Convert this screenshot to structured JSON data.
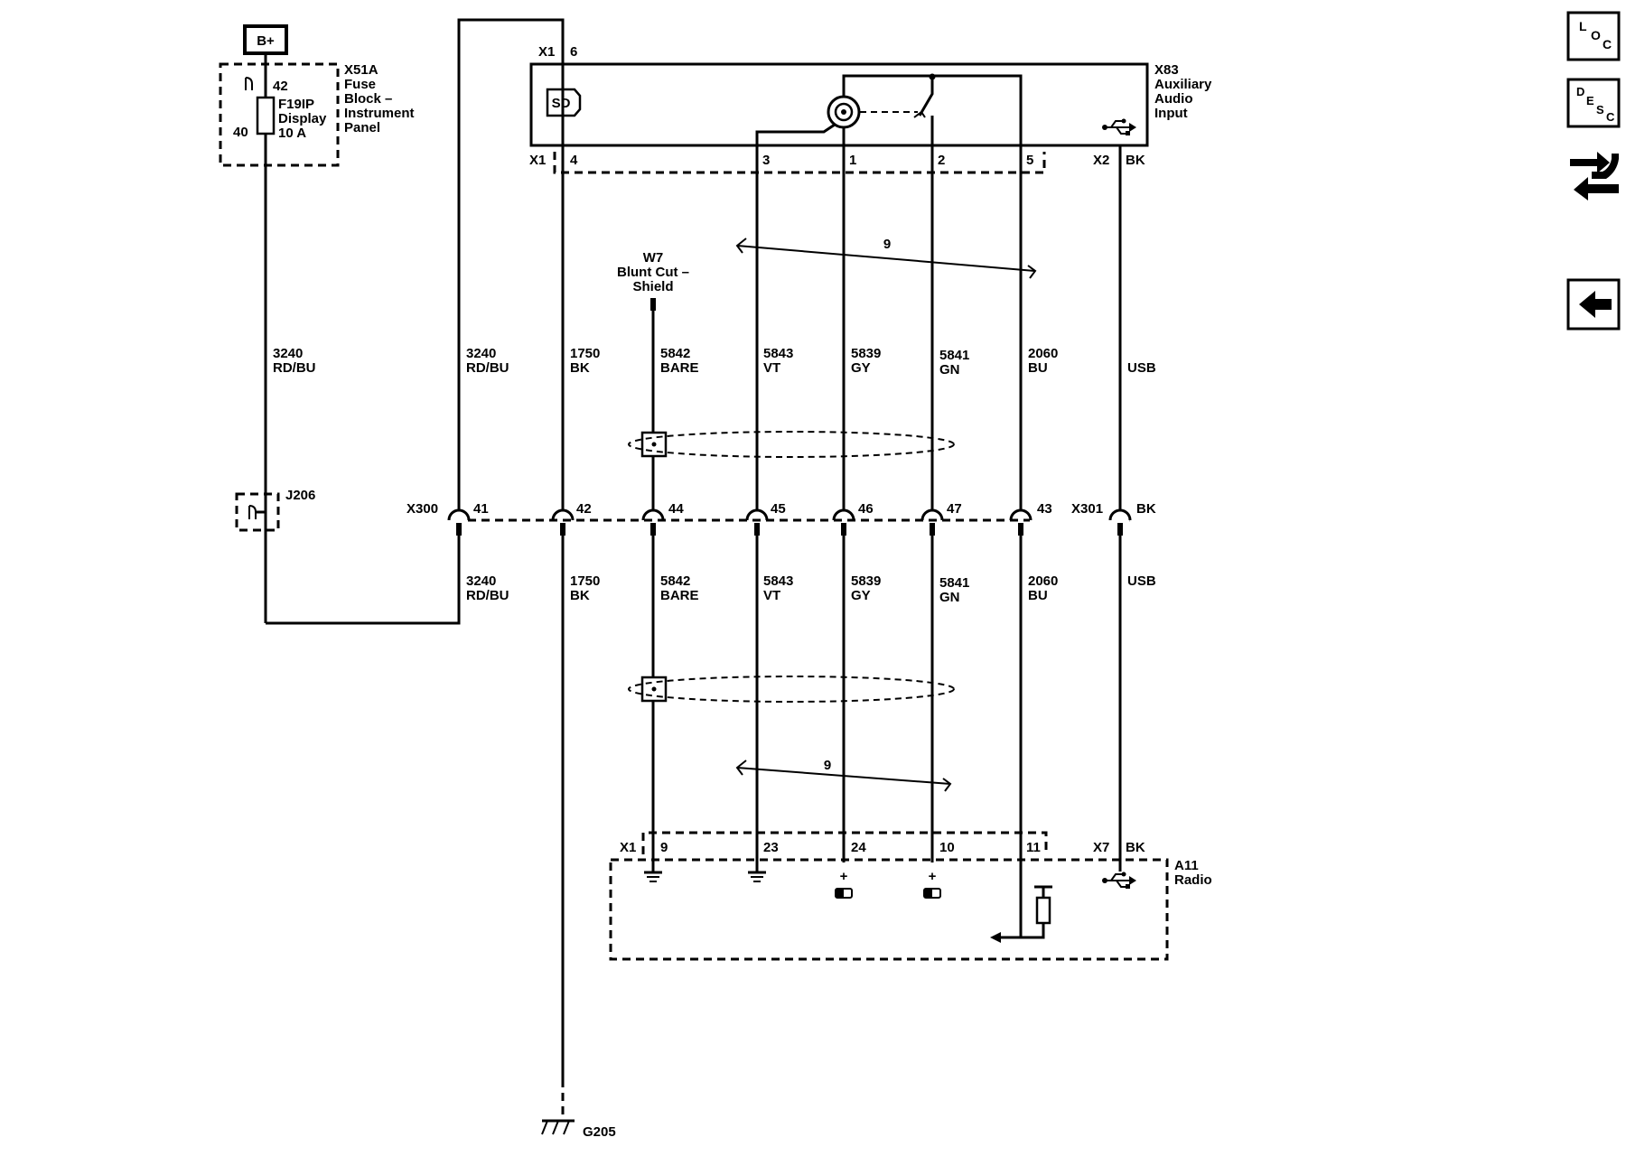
{
  "power_source": {
    "label": "B+"
  },
  "fuse_block": {
    "id": "X51A",
    "name_lines": [
      "Fuse",
      "Block –",
      "Instrument",
      "Panel"
    ],
    "fuse_lines": [
      "F19IP",
      "Display",
      "10 A"
    ],
    "pin_top": "42",
    "pin_bottom": "40"
  },
  "splice": {
    "id": "J206"
  },
  "aux_input": {
    "id": "X83",
    "name_lines": [
      "Auxiliary",
      "Audio",
      "Input"
    ],
    "connector_x1": "X1",
    "connector_x2": "X2",
    "x2_color": "BK",
    "pin_6": "6",
    "sd_label": "SD",
    "pins": [
      "4",
      "3",
      "1",
      "2",
      "5"
    ]
  },
  "shield": {
    "lines": [
      "W7",
      "Blunt Cut –",
      "Shield"
    ]
  },
  "twist_labels": [
    "9",
    "9"
  ],
  "upper_wires": [
    {
      "circuit": "3240",
      "color": "RD/BU"
    },
    {
      "circuit": "3240",
      "color": "RD/BU"
    },
    {
      "circuit": "1750",
      "color": "BK"
    },
    {
      "circuit": "5842",
      "color": "BARE"
    },
    {
      "circuit": "5843",
      "color": "VT"
    },
    {
      "circuit": "5839",
      "color": "GY"
    },
    {
      "circuit": "5841",
      "color": "GN"
    },
    {
      "circuit": "2060",
      "color": "BU"
    },
    {
      "circuit": "",
      "color": "USB"
    }
  ],
  "inline_connector": {
    "x300": "X300",
    "x301": "X301",
    "x301_color": "BK",
    "pins": [
      "41",
      "42",
      "44",
      "45",
      "46",
      "47",
      "43"
    ]
  },
  "lower_wires": [
    {
      "circuit": "3240",
      "color": "RD/BU"
    },
    {
      "circuit": "1750",
      "color": "BK"
    },
    {
      "circuit": "5842",
      "color": "BARE"
    },
    {
      "circuit": "5843",
      "color": "VT"
    },
    {
      "circuit": "5839",
      "color": "GY"
    },
    {
      "circuit": "5841",
      "color": "GN"
    },
    {
      "circuit": "2060",
      "color": "BU"
    },
    {
      "circuit": "",
      "color": "USB"
    }
  ],
  "radio": {
    "id": "A11",
    "name": "Radio",
    "connector_x1": "X1",
    "connector_x7": "X7",
    "x7_color": "BK",
    "pins": [
      "9",
      "23",
      "24",
      "10",
      "11"
    ],
    "plus_signs": [
      "+",
      "+"
    ]
  },
  "ground": {
    "id": "G205"
  },
  "side_buttons": [
    {
      "name": "loc-button",
      "text": [
        "L",
        "O",
        "C"
      ]
    },
    {
      "name": "desc-button",
      "text": [
        "D",
        "E",
        "S",
        "C"
      ]
    }
  ]
}
